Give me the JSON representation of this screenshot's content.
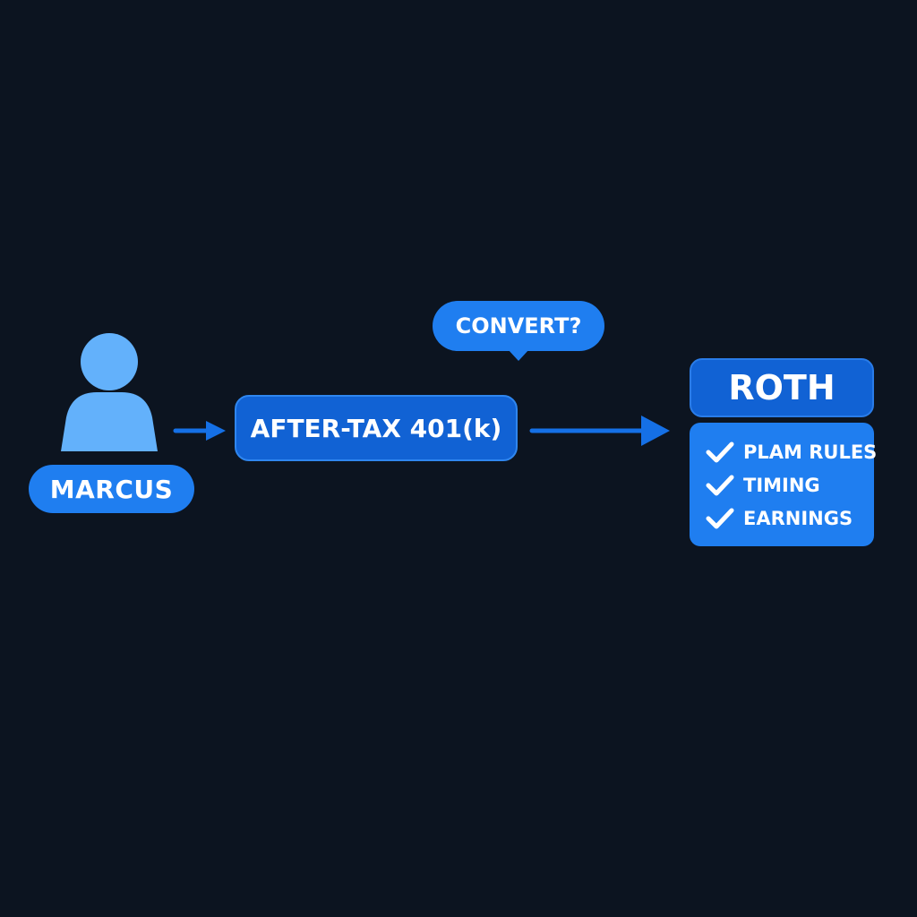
{
  "person": {
    "label": "MARCUS",
    "icon": "person-icon"
  },
  "account": {
    "label": "AFTER-TAX 401(k)"
  },
  "question": {
    "label": "CONVERT?"
  },
  "target": {
    "title": "ROTH",
    "checklist": [
      {
        "icon": "checkmark-icon",
        "label": "PLAM RULES"
      },
      {
        "icon": "checkmark-icon",
        "label": "TIMING"
      },
      {
        "icon": "checkmark-icon",
        "label": "EARNINGS"
      }
    ]
  },
  "colors": {
    "background": "#0c1420",
    "person_icon": "#63b1fb",
    "pill_blue": "#1f7ef0",
    "node_blue": "#1162d4",
    "arrow_blue": "#1570e6",
    "text": "#ffffff"
  }
}
